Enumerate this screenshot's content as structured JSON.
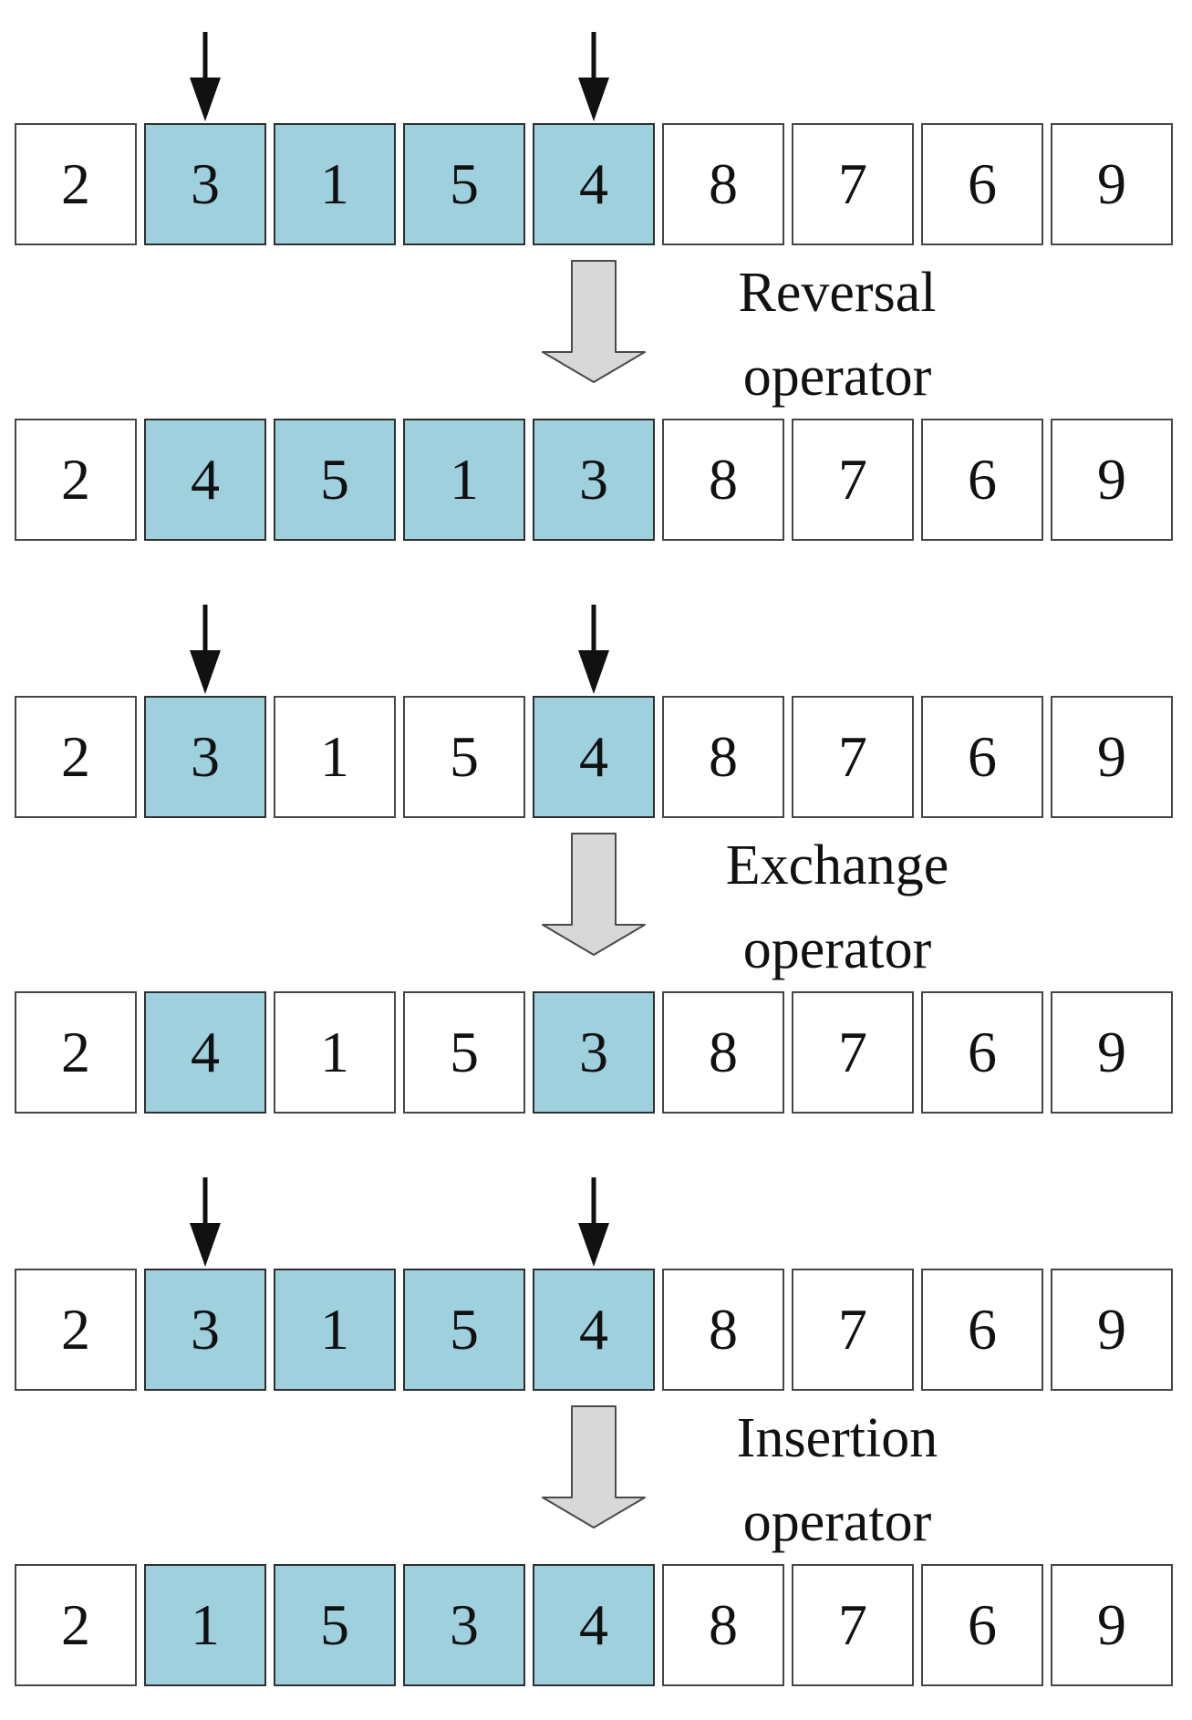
{
  "figure_name": "genetic-algorithm-mutation-operators-diagram",
  "colors": {
    "highlight_fill": "#9fd0de",
    "cell_border": "#464646",
    "highlight_border": "#2f2f2f",
    "block_arrow_fill": "#d8d8d8",
    "block_arrow_border": "#4a4a4a",
    "pointer_arrow": "#111111",
    "background": "#ffffff",
    "text": "#111111"
  },
  "operators": [
    {
      "label": "Reversal operator",
      "label_lines": [
        "Reversal",
        "operator"
      ],
      "pointer_columns": [
        2,
        5
      ],
      "before": {
        "cells": [
          {
            "value": "2",
            "highlighted": false
          },
          {
            "value": "3",
            "highlighted": true
          },
          {
            "value": "1",
            "highlighted": true
          },
          {
            "value": "5",
            "highlighted": true
          },
          {
            "value": "4",
            "highlighted": true
          },
          {
            "value": "8",
            "highlighted": false
          },
          {
            "value": "7",
            "highlighted": false
          },
          {
            "value": "6",
            "highlighted": false
          },
          {
            "value": "9",
            "highlighted": false
          }
        ]
      },
      "after": {
        "cells": [
          {
            "value": "2",
            "highlighted": false
          },
          {
            "value": "4",
            "highlighted": true
          },
          {
            "value": "5",
            "highlighted": true
          },
          {
            "value": "1",
            "highlighted": true
          },
          {
            "value": "3",
            "highlighted": true
          },
          {
            "value": "8",
            "highlighted": false
          },
          {
            "value": "7",
            "highlighted": false
          },
          {
            "value": "6",
            "highlighted": false
          },
          {
            "value": "9",
            "highlighted": false
          }
        ]
      }
    },
    {
      "label": "Exchange operator",
      "label_lines": [
        "Exchange",
        "operator"
      ],
      "pointer_columns": [
        2,
        5
      ],
      "before": {
        "cells": [
          {
            "value": "2",
            "highlighted": false
          },
          {
            "value": "3",
            "highlighted": true
          },
          {
            "value": "1",
            "highlighted": false
          },
          {
            "value": "5",
            "highlighted": false
          },
          {
            "value": "4",
            "highlighted": true
          },
          {
            "value": "8",
            "highlighted": false
          },
          {
            "value": "7",
            "highlighted": false
          },
          {
            "value": "6",
            "highlighted": false
          },
          {
            "value": "9",
            "highlighted": false
          }
        ]
      },
      "after": {
        "cells": [
          {
            "value": "2",
            "highlighted": false
          },
          {
            "value": "4",
            "highlighted": true
          },
          {
            "value": "1",
            "highlighted": false
          },
          {
            "value": "5",
            "highlighted": false
          },
          {
            "value": "3",
            "highlighted": true
          },
          {
            "value": "8",
            "highlighted": false
          },
          {
            "value": "7",
            "highlighted": false
          },
          {
            "value": "6",
            "highlighted": false
          },
          {
            "value": "9",
            "highlighted": false
          }
        ]
      }
    },
    {
      "label": "Insertion operator",
      "label_lines": [
        "Insertion",
        "operator"
      ],
      "pointer_columns": [
        2,
        5
      ],
      "before": {
        "cells": [
          {
            "value": "2",
            "highlighted": false
          },
          {
            "value": "3",
            "highlighted": true
          },
          {
            "value": "1",
            "highlighted": true
          },
          {
            "value": "5",
            "highlighted": true
          },
          {
            "value": "4",
            "highlighted": true
          },
          {
            "value": "8",
            "highlighted": false
          },
          {
            "value": "7",
            "highlighted": false
          },
          {
            "value": "6",
            "highlighted": false
          },
          {
            "value": "9",
            "highlighted": false
          }
        ]
      },
      "after": {
        "cells": [
          {
            "value": "2",
            "highlighted": false
          },
          {
            "value": "1",
            "highlighted": true
          },
          {
            "value": "5",
            "highlighted": true
          },
          {
            "value": "3",
            "highlighted": true
          },
          {
            "value": "4",
            "highlighted": true
          },
          {
            "value": "8",
            "highlighted": false
          },
          {
            "value": "7",
            "highlighted": false
          },
          {
            "value": "6",
            "highlighted": false
          },
          {
            "value": "9",
            "highlighted": false
          }
        ]
      }
    }
  ]
}
